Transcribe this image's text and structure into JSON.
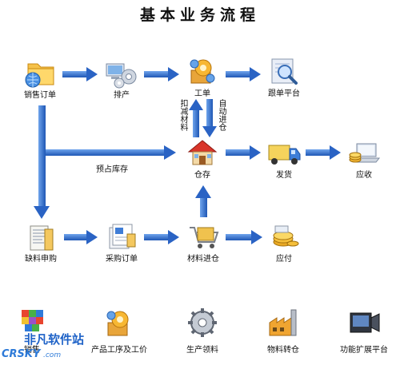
{
  "title": "基本业务流程",
  "nodes": {
    "sales_order": "销售订单",
    "scheduling": "排产",
    "work_order": "工单",
    "order_tracking": "跟单平台",
    "inventory": "仓存",
    "shipping": "发货",
    "receivable": "应收",
    "shortage": "缺料申购",
    "purchase_order": "采购订单",
    "material_in": "材料进仓",
    "payable": "应付"
  },
  "edge_labels": {
    "deduct_material": "扣减材料",
    "auto_stock_in": "自动进仓",
    "reserve_stock": "预占库存"
  },
  "bottom": {
    "item1": "销售",
    "item2": "产品工序及工价",
    "item3": "生产领料",
    "item4": "物料转仓",
    "item5": "功能扩展平台"
  },
  "watermark": {
    "main": "非凡软件站",
    "sub": "CRSKY",
    "dot": ".com"
  },
  "colors": {
    "arrow": "#2f6fd0",
    "arrow_dark": "#1d4f9e"
  }
}
